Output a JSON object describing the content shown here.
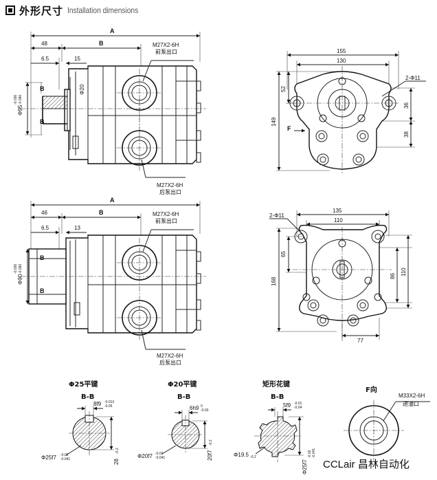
{
  "header": {
    "title_zh": "外形尺寸",
    "title_en": "Installation dimensions"
  },
  "pump1": {
    "dim_A": "A",
    "dim_B": "B",
    "dim_48": "48",
    "dim_6_5": "6.5",
    "dim_15": "15",
    "shaft_dia": "Φ20",
    "pilot_dia": "Φ95",
    "pilot_tol_top": "-0.036",
    "pilot_tol_bottom": "-0.090",
    "section_B_top": "B",
    "section_B_bottom": "B",
    "port_front_thread": "M27X2-6H",
    "port_front_label": "前泵出口",
    "port_rear_thread": "M27X2-6H",
    "port_rear_label": "后泵出口"
  },
  "flange1": {
    "dim_155": "155",
    "dim_130": "130",
    "dim_52": "52",
    "dim_149": "149",
    "dim_36": "36",
    "dim_38": "38",
    "holes": "2-Φ11",
    "view_F": "F"
  },
  "pump2": {
    "dim_A": "A",
    "dim_B": "B",
    "dim_46": "46",
    "dim_6_5": "6.5",
    "dim_13": "13",
    "pilot_dia": "Φ90",
    "pilot_tol_top": "-0.036",
    "pilot_tol_bottom": "-0.090",
    "section_B_top": "B",
    "section_B_bottom": "B",
    "port_front_thread": "M27X2-6H",
    "port_front_label": "前泵出口",
    "port_rear_thread": "M27X2-6H",
    "port_rear_label": "后泵出口"
  },
  "flange2": {
    "dim_135": "135",
    "dim_110": "110",
    "dim_65": "65",
    "dim_168": "168",
    "dim_86": "86",
    "dim_110_v": "110",
    "dim_77": "77",
    "holes": "2-Φ11"
  },
  "sections": [
    {
      "title": "Φ25平键",
      "view": "B-B",
      "key_width": "8f9",
      "key_tol_top": "-0.013",
      "key_tol_bottom": "-0.05",
      "shaft": "Φ25f7",
      "shaft_tol_top": "-0.02",
      "shaft_tol_bottom": "-0.041",
      "height": "28",
      "height_tol": "-0.2"
    },
    {
      "title": "Φ20平键",
      "view": "B-B",
      "key_width": "6h9",
      "key_tol_top": "0",
      "key_tol_bottom": "-0.03",
      "shaft": "Φ20f7",
      "shaft_tol_top": "-0.02",
      "shaft_tol_bottom": "-0.041",
      "height": "20f7",
      "height_tol": "-0.2"
    },
    {
      "title": "矩形花键",
      "view": "B-B",
      "key_width": "5f9",
      "key_tol_top": "-0.01",
      "key_tol_bottom": "-0.04",
      "shaft": "Φ19.5",
      "shaft_tol": "-0.2",
      "outer_dia": "Φ25f7",
      "outer_tol_top": "-0.02",
      "outer_tol_bottom": "-0.041"
    }
  ],
  "view_F": {
    "title": "F向",
    "port_thread": "M33X2-6H",
    "port_label": "进油口"
  },
  "watermark": "CCLair 昌林自动化"
}
